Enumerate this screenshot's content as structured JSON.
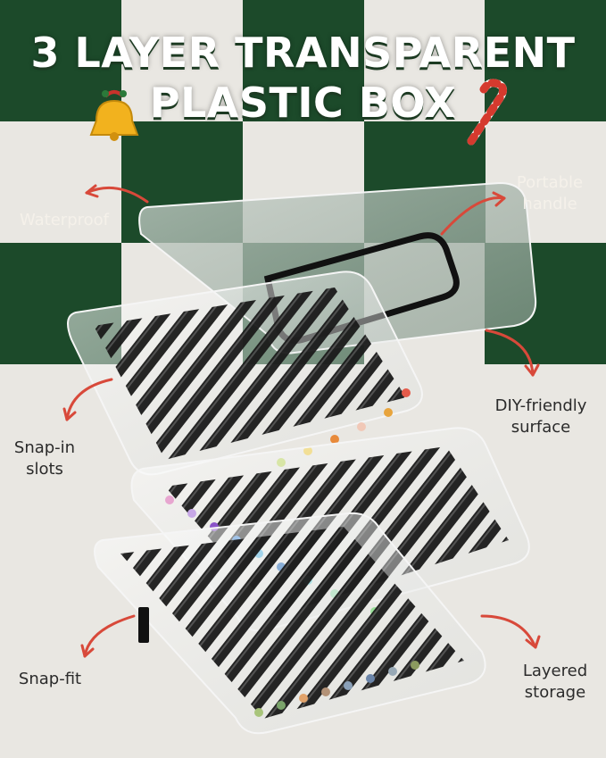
{
  "headline": {
    "line1": "3 LAYER TRANSPARENT",
    "line2": "PLASTIC BOX"
  },
  "colors": {
    "green": "#1c4a2a",
    "cream": "#e9e7e2",
    "arrow": "#d8493a",
    "marker_body": "#1a1a1a"
  },
  "features": {
    "waterproof": "Waterproof",
    "portable_handle_1": "Portable",
    "portable_handle_2": "handle",
    "diy_1": "DIY-friendly",
    "diy_2": "surface",
    "snap_in_1": "Snap-in",
    "snap_in_2": "slots",
    "snap_fit": "Snap-fit",
    "layered_1": "Layered",
    "layered_2": "storage"
  },
  "decorations": [
    "bell-icon",
    "candy-cane-icon"
  ]
}
